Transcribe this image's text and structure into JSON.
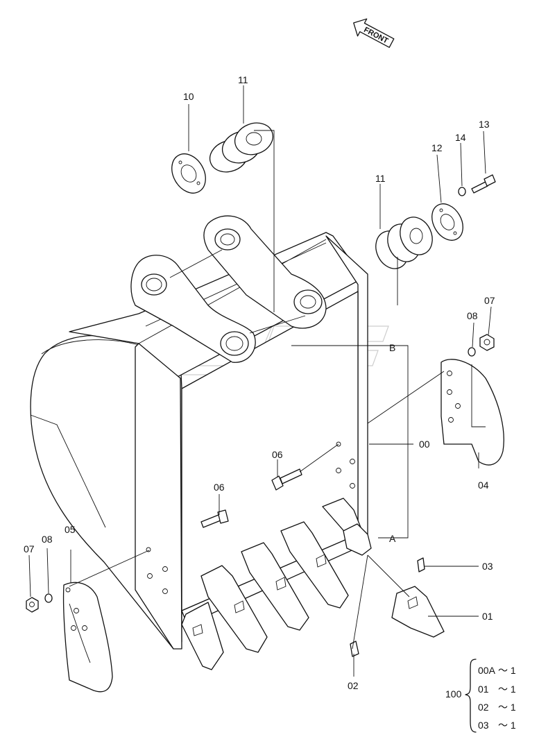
{
  "front_arrow": {
    "label": "FRONT"
  },
  "labels": {
    "p10": "10",
    "p11_top": "11",
    "p11_mid": "11",
    "p12": "12",
    "p13": "13",
    "p14": "14",
    "p07_right": "07",
    "p08_right": "08",
    "pB": "B",
    "p00": "00",
    "p06_mid": "06",
    "p06_low": "06",
    "p04": "04",
    "pA": "A",
    "p07_left": "07",
    "p08_left": "08",
    "p05": "05",
    "p03": "03",
    "p01": "01",
    "p02": "02"
  },
  "assembly_table": {
    "number": "100",
    "rows": [
      {
        "part": "00A",
        "qty": "～ 1"
      },
      {
        "part": "01",
        "qty": "～ 1"
      },
      {
        "part": "02",
        "qty": "～ 1"
      },
      {
        "part": "03",
        "qty": "～ 1"
      }
    ]
  }
}
